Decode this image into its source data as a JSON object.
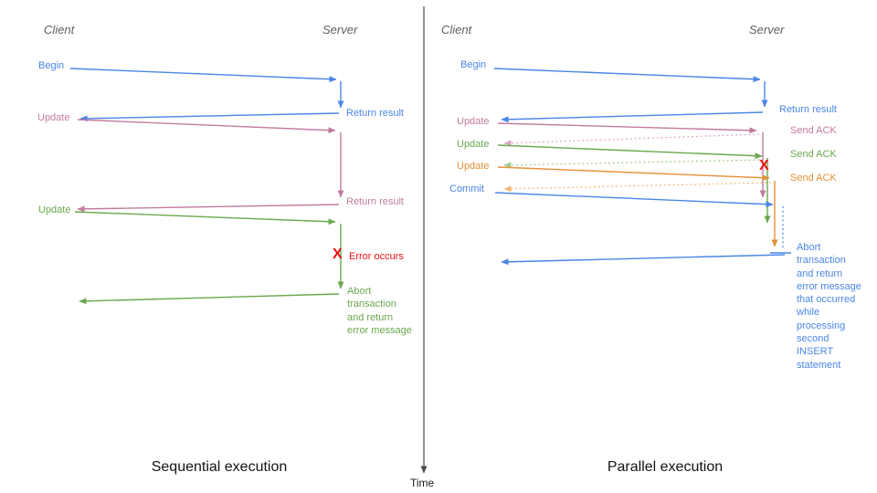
{
  "colors": {
    "blue": "#4a86e8",
    "pink": "#c27ba0",
    "green": "#6aa84f",
    "orange": "#e69138",
    "red": "#f01010",
    "pink_light": "#d9a7c0",
    "green_light": "#9fc98c",
    "orange_light": "#f0b877",
    "axis": "#4a4a4a",
    "header": "#5f5f5f",
    "title": "#141414"
  },
  "left": {
    "client_header": "Client",
    "server_header": "Server",
    "title": "Sequential execution",
    "begin": "Begin",
    "update1": "Update",
    "update2": "Update",
    "return_result1": "Return result",
    "return_result2": "Return result",
    "error_marker": "X",
    "error_text": "Error occurs",
    "abort_text": "Abort transaction and return error message"
  },
  "right": {
    "client_header": "Client",
    "server_header": "Server",
    "title": "Parallel execution",
    "begin": "Begin",
    "return_result": "Return result",
    "update1": "Update",
    "update2": "Update",
    "update3": "Update",
    "commit": "Commit",
    "ack1": "Send ACK",
    "ack2": "Send ACK",
    "ack3": "Send ACK",
    "error_marker": "X",
    "abort_text": "Abort transaction and return error message that occurred while processing second INSERT statement"
  },
  "time_axis": {
    "label": "Time"
  }
}
